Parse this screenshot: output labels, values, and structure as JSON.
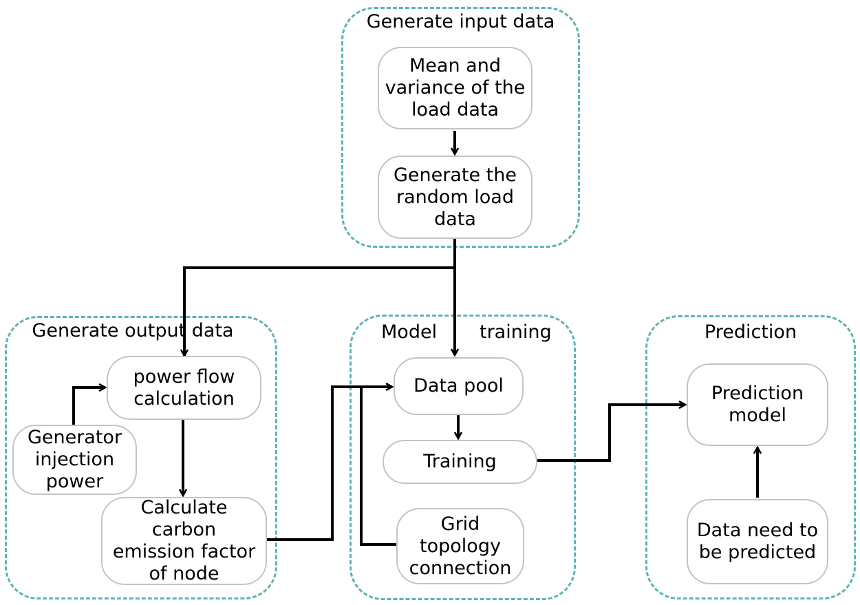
{
  "groups": {
    "input": {
      "title": "Generate input data"
    },
    "output": {
      "title": "Generate output data"
    },
    "training": {
      "title_left": "Model",
      "title_right": "training"
    },
    "prediction": {
      "title": "Prediction"
    }
  },
  "nodes": {
    "mean_variance": "Mean and variance of the load data",
    "random_load": "Generate the random load data",
    "power_flow": "power flow calculation",
    "generator": "Generator injection power",
    "carbon": "Calculate carbon emission factor of node",
    "data_pool": "Data pool",
    "training": "Training",
    "grid": "Grid topology connection",
    "prediction_model": "Prediction model",
    "data_predict": "Data need to be predicted"
  },
  "colors": {
    "group_border": "#5fb3b3",
    "node_border": "#c4c4c4",
    "arrow": "#000000"
  }
}
